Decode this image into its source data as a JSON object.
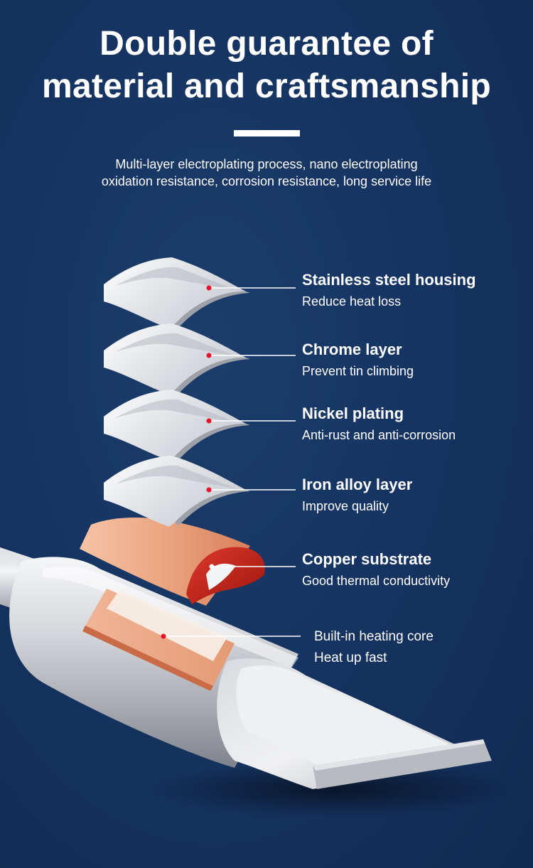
{
  "header": {
    "title_line1": "Double guarantee of",
    "title_line2": "material and craftsmanship",
    "subtitle_line1": "Multi-layer electroplating process, nano electroplating",
    "subtitle_line2": "oxidation resistance, corrosion resistance, long service life"
  },
  "layers": [
    {
      "title": "Stainless steel housing",
      "desc": "Reduce heat loss"
    },
    {
      "title": "Chrome layer",
      "desc": "Prevent tin climbing"
    },
    {
      "title": "Nickel plating",
      "desc": "Anti-rust and anti-corrosion"
    },
    {
      "title": "Iron alloy layer",
      "desc": "Improve quality"
    },
    {
      "title": "Copper substrate",
      "desc": "Good thermal conductivity"
    }
  ],
  "core": {
    "title": "Built-in heating core",
    "desc": "Heat up fast"
  },
  "colors": {
    "background": "#163462",
    "marker": "#e8112d",
    "copper": "#e9a17c",
    "copper_dark": "#b8221a",
    "steel_light": "#f1f2f4",
    "steel_dark": "#8e9198"
  }
}
